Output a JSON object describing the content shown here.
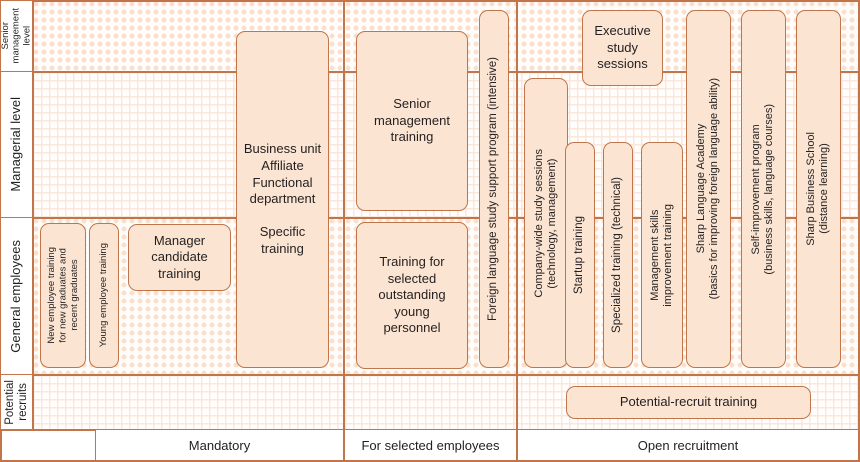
{
  "diagram": {
    "title": "Training program structure by employee level and recruitment category",
    "colors": {
      "border": "#c0764a",
      "box_fill": "#fbe5d2",
      "pattern_dot": "#fadfcd",
      "pattern_grid": "#fbe6da",
      "text": "#231f20",
      "background": "#ffffff"
    }
  },
  "row_labels": [
    {
      "id": "senior-management-level",
      "label": "Senior\nmanagement\nlevel",
      "pattern": "dots"
    },
    {
      "id": "managerial-level",
      "label": "Managerial level",
      "pattern": "grid"
    },
    {
      "id": "general-employees",
      "label": "General employees",
      "pattern": "dots"
    },
    {
      "id": "potential-recruits",
      "label": "Potential\nrecruits",
      "pattern": "grid"
    }
  ],
  "footer_categories": [
    {
      "id": "mandatory",
      "label": "Mandatory"
    },
    {
      "id": "for-selected-employees",
      "label": "For selected employees"
    },
    {
      "id": "open-recruitment",
      "label": "Open recruitment"
    }
  ],
  "boxes": [
    {
      "id": "new-employee-training",
      "label": "New employee training\nfor new graduates and\nrecent graduates",
      "orientation": "vertical",
      "category": "mandatory",
      "levels": [
        "general-employees"
      ]
    },
    {
      "id": "young-employee-training",
      "label": "Young employee training",
      "orientation": "vertical",
      "category": "mandatory",
      "levels": [
        "general-employees"
      ]
    },
    {
      "id": "manager-candidate-training",
      "label": "Manager\ncandidate\ntraining",
      "orientation": "horizontal",
      "category": "mandatory",
      "levels": [
        "general-employees"
      ]
    },
    {
      "id": "business-unit-specific-training",
      "label": "Business unit\nAffiliate\nFunctional\ndepartment\n\nSpecific\ntraining",
      "orientation": "horizontal",
      "category": "mandatory",
      "levels": [
        "managerial-level",
        "general-employees"
      ]
    },
    {
      "id": "senior-management-training",
      "label": "Senior\nmanagement\ntraining",
      "orientation": "horizontal",
      "category": "for-selected-employees",
      "levels": [
        "senior-management-level",
        "managerial-level"
      ]
    },
    {
      "id": "training-for-selected-outstanding-young-personnel",
      "label": "Training for\nselected\noutstanding\nyoung\npersonnel",
      "orientation": "horizontal",
      "category": "for-selected-employees",
      "levels": [
        "general-employees"
      ]
    },
    {
      "id": "foreign-language-study-support-program",
      "label": "Foreign language study support program (intensive)",
      "orientation": "vertical",
      "category": "for-selected-employees",
      "levels": [
        "senior-management-level",
        "managerial-level",
        "general-employees"
      ]
    },
    {
      "id": "company-wide-study-sessions",
      "label": "Company-wide study sessions\n(technology, management)",
      "orientation": "vertical",
      "category": "open-recruitment",
      "levels": [
        "managerial-level",
        "general-employees"
      ]
    },
    {
      "id": "executive-study-sessions",
      "label": "Executive\nstudy\nsessions",
      "orientation": "horizontal",
      "category": "open-recruitment",
      "levels": [
        "senior-management-level"
      ]
    },
    {
      "id": "startup-training",
      "label": "Startup training",
      "orientation": "vertical",
      "category": "open-recruitment",
      "levels": [
        "general-employees"
      ]
    },
    {
      "id": "specialized-training-technical",
      "label": "Specialized training (technical)",
      "orientation": "vertical",
      "category": "open-recruitment",
      "levels": [
        "general-employees"
      ]
    },
    {
      "id": "management-skills-improvement-training",
      "label": "Management skills\nimprovement training",
      "orientation": "vertical",
      "category": "open-recruitment",
      "levels": [
        "general-employees"
      ]
    },
    {
      "id": "sharp-language-academy",
      "label": "Sharp Language Academy\n(basics for improving foreign language ability)",
      "orientation": "vertical",
      "category": "open-recruitment",
      "levels": [
        "senior-management-level",
        "managerial-level",
        "general-employees"
      ]
    },
    {
      "id": "self-improvement-program",
      "label": "Self-improvement program\n(business skills, language courses)",
      "orientation": "vertical",
      "category": "open-recruitment",
      "levels": [
        "senior-management-level",
        "managerial-level",
        "general-employees"
      ]
    },
    {
      "id": "sharp-business-school",
      "label": "Sharp Business School\n(distance learning)",
      "orientation": "vertical",
      "category": "open-recruitment",
      "levels": [
        "senior-management-level",
        "managerial-level",
        "general-employees"
      ]
    },
    {
      "id": "potential-recruit-training",
      "label": "Potential-recruit training",
      "orientation": "horizontal",
      "category": "open-recruitment",
      "levels": [
        "potential-recruits"
      ]
    }
  ]
}
